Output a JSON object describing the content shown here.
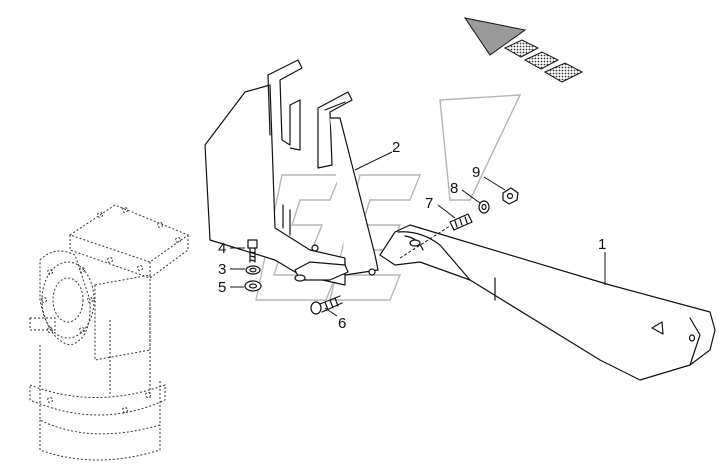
{
  "callouts": [
    {
      "id": "1",
      "label": "1"
    },
    {
      "id": "2",
      "label": "2"
    },
    {
      "id": "3",
      "label": "3"
    },
    {
      "id": "4",
      "label": "4"
    },
    {
      "id": "5",
      "label": "5"
    },
    {
      "id": "6",
      "label": "6"
    },
    {
      "id": "7",
      "label": "7"
    },
    {
      "id": "8",
      "label": "8"
    },
    {
      "id": "9",
      "label": "9"
    }
  ],
  "icons": {
    "direction": "direction-arrow-icon",
    "watermark": "watermark-logo"
  },
  "colors": {
    "line": "#111111",
    "watermark": "#b5b5b5",
    "arrow_fill": "#9a9a9a"
  }
}
